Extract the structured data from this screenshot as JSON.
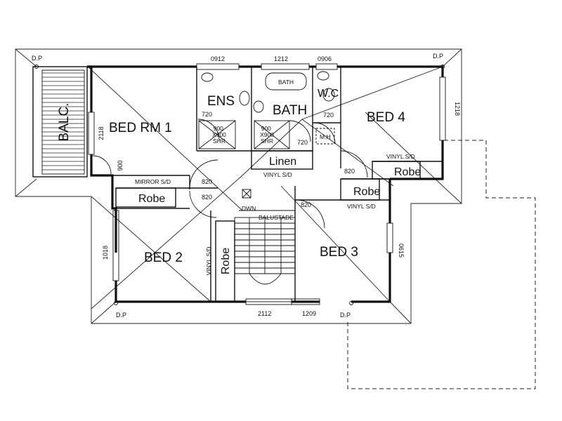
{
  "rooms": {
    "balcony": "BALC.",
    "bed_main": "BED RM 1",
    "ensuite": "ENS",
    "bath": "BATH",
    "wc": "W.C",
    "bed4": "BED 4",
    "linen": "Linen",
    "bed2": "BED 2",
    "bed3": "BED 3",
    "robe_main": "Robe",
    "robe_bed4": "Robe",
    "robe_bed3": "Robe",
    "robe_bed2": "Robe"
  },
  "fixtures": {
    "bath_tub": "BATH",
    "shower_ens": "900\nX900\nSHR",
    "shower_bath": "900\nX900\nSHR",
    "manhole": "M.H",
    "stair_down": "DWN",
    "balustade": "BALUSTADE"
  },
  "notes": {
    "mirror_sd": "MIRROR S/D",
    "vinyl_sd_bed4": "VINYL S/D",
    "vinyl_sd_linen": "VINYL S/D",
    "vinyl_sd_bed3": "VINYL S/D",
    "vinyl_sd_bed2": "VINYL S/D"
  },
  "window_codes": {
    "top_ens": "0912",
    "top_bath": "1212",
    "top_wc": "0906",
    "right_bed4": "1218",
    "left_bed1": "2118",
    "left_bed2": "1018",
    "right_bed3": "0615",
    "bottom_stair": "2112",
    "bottom_bed3": "1209"
  },
  "door_sizes": {
    "bed1_door": "820",
    "bed2_door": "820",
    "bed3_door": "820",
    "bed4_door": "820",
    "ens_door": "720",
    "wc_door": "720",
    "bath_door": "720",
    "bed1_side_door": "900"
  },
  "downpipes": {
    "top_left": "D.P",
    "top_right": "D.P",
    "bottom_left": "D.P",
    "bottom_right": "D.P"
  }
}
